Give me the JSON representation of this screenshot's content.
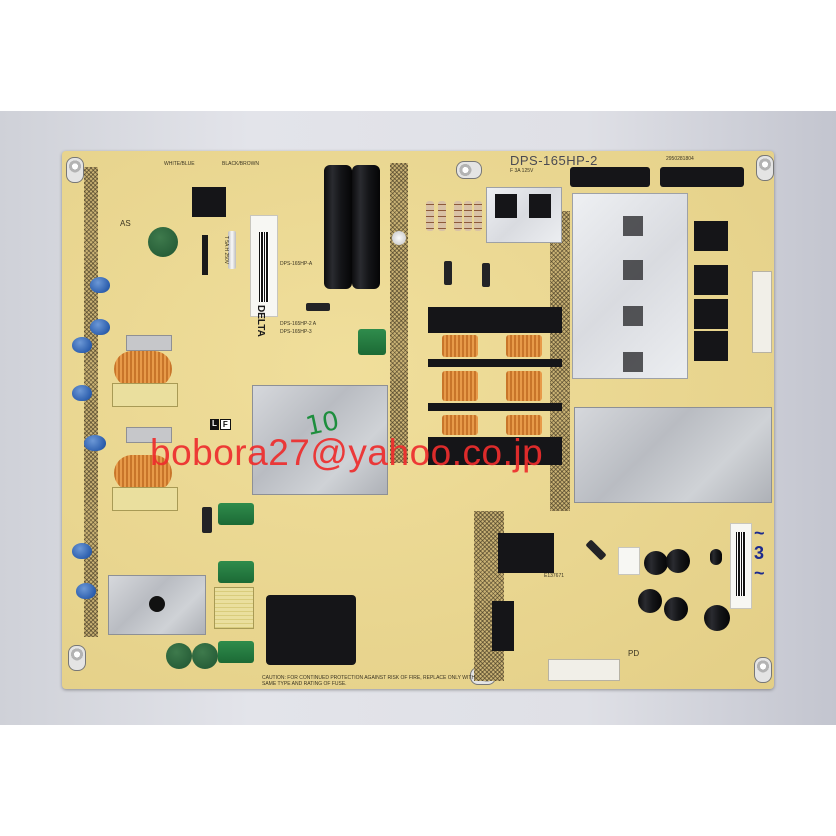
{
  "photo": {
    "subject": "Power supply circuit board (PCB)",
    "background_color": "#dfe0e6",
    "board_color": "#e8d58e"
  },
  "board": {
    "model_text": "DPS-165HP-2",
    "model_subtext": "F 3A 125V",
    "part_code": "2950281804",
    "brand": "DELTA",
    "lf_mark": [
      "L",
      "F"
    ],
    "model_variants": [
      "DPS-165HP-A",
      "DPS-165HP-2 A",
      "DPS-165HP-3"
    ],
    "pd_mark": "PD",
    "as_mark": "AS",
    "caution_text": "CAUTION: FOR CONTINUED PROTECTION AGAINST RISK OF FIRE, REPLACE ONLY WITH SAME TYPE AND RATING OF FUSE.",
    "handwritten_green": "10",
    "ul_mark": "E137671",
    "fuse_label": "T 5A H 250V",
    "wire_labels": [
      "WHITE/BLUE",
      "BLACK/BROWN"
    ]
  },
  "watermark": {
    "text": "bobora27@yahoo.co.jp",
    "color": "#ee2d2d"
  }
}
